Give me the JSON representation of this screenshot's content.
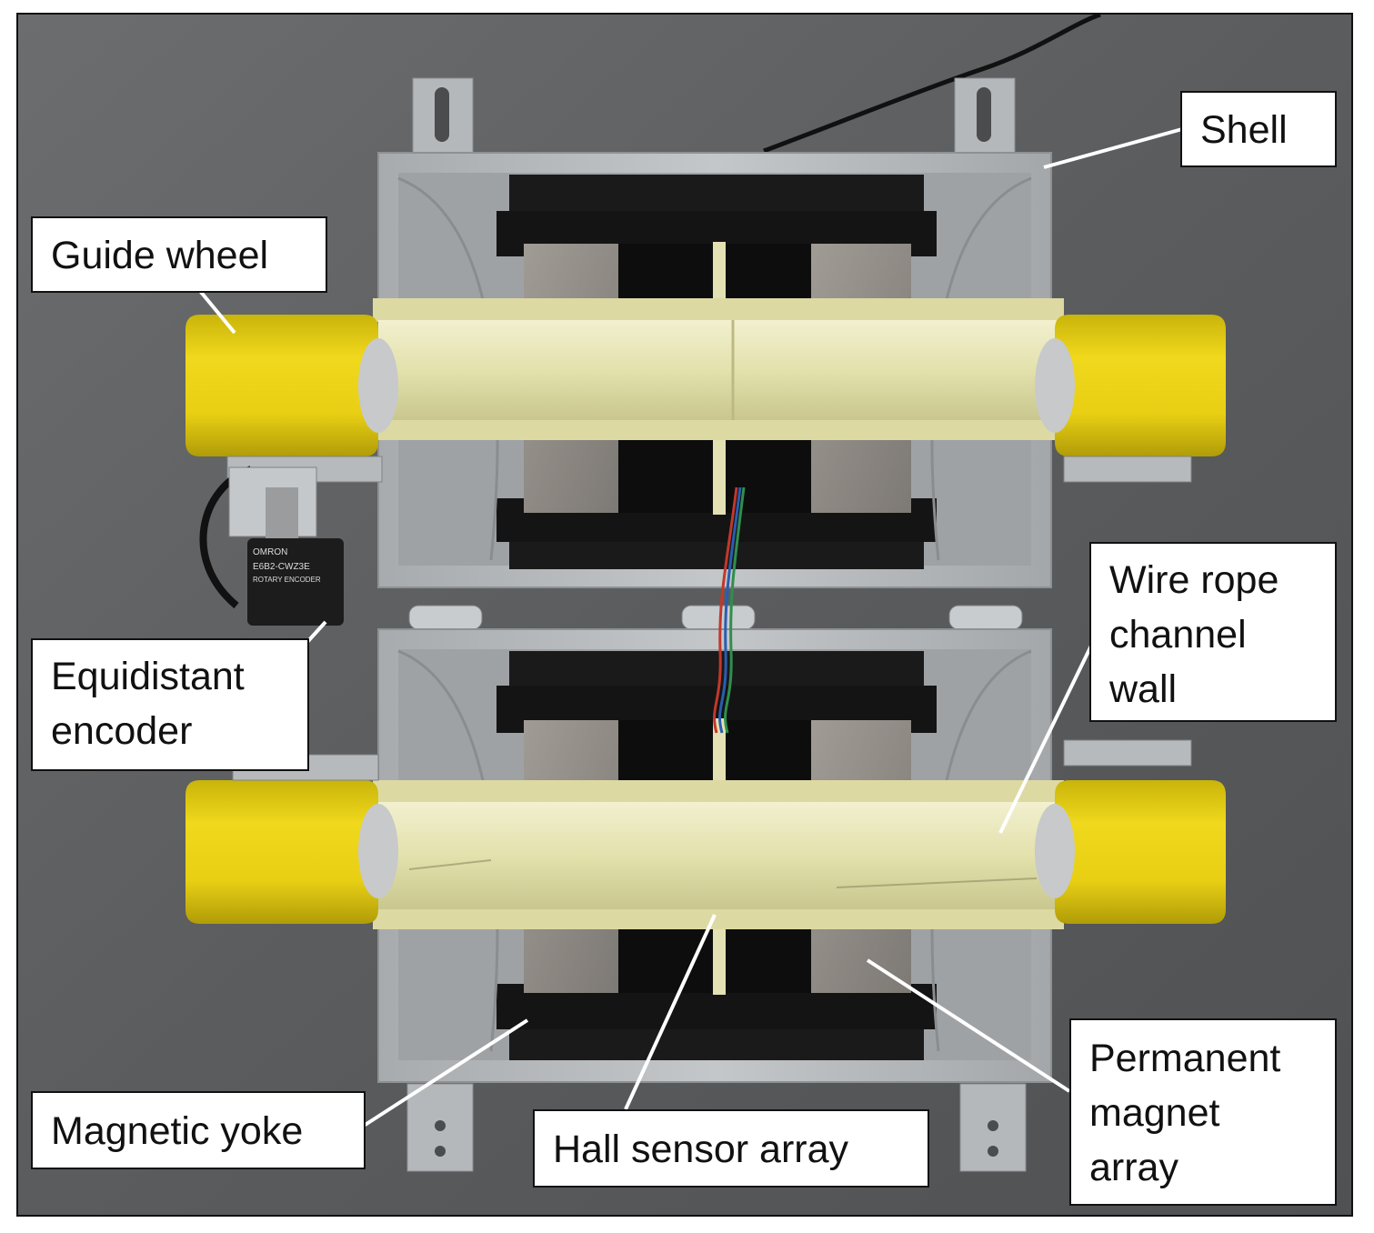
{
  "figure": {
    "colors": {
      "background": "#5d5f61",
      "shell": "#b9bcbf",
      "channel_wall": "#e5e3b8",
      "guide_wheel": "#e6cf16",
      "yoke": "#151515",
      "magnet": "#8f8a84",
      "callout_box": "#ffffff",
      "callout_text": "#111111"
    }
  },
  "labels": {
    "shell": "Shell",
    "guide_wheel": "Guide wheel",
    "equidistant_encoder": [
      "Equidistant",
      "encoder"
    ],
    "wire_rope_channel_wall": [
      "Wire rope",
      "channel",
      "wall"
    ],
    "magnetic_yoke": "Magnetic yoke",
    "hall_sensor_array": "Hall sensor array",
    "permanent_magnet_array": [
      "Permanent",
      "magnet",
      "array"
    ]
  },
  "encoder_sticker": {
    "brand": "OMRON",
    "model": "E6B2-CWZ3E",
    "type": "ROTARY ENCODER"
  }
}
